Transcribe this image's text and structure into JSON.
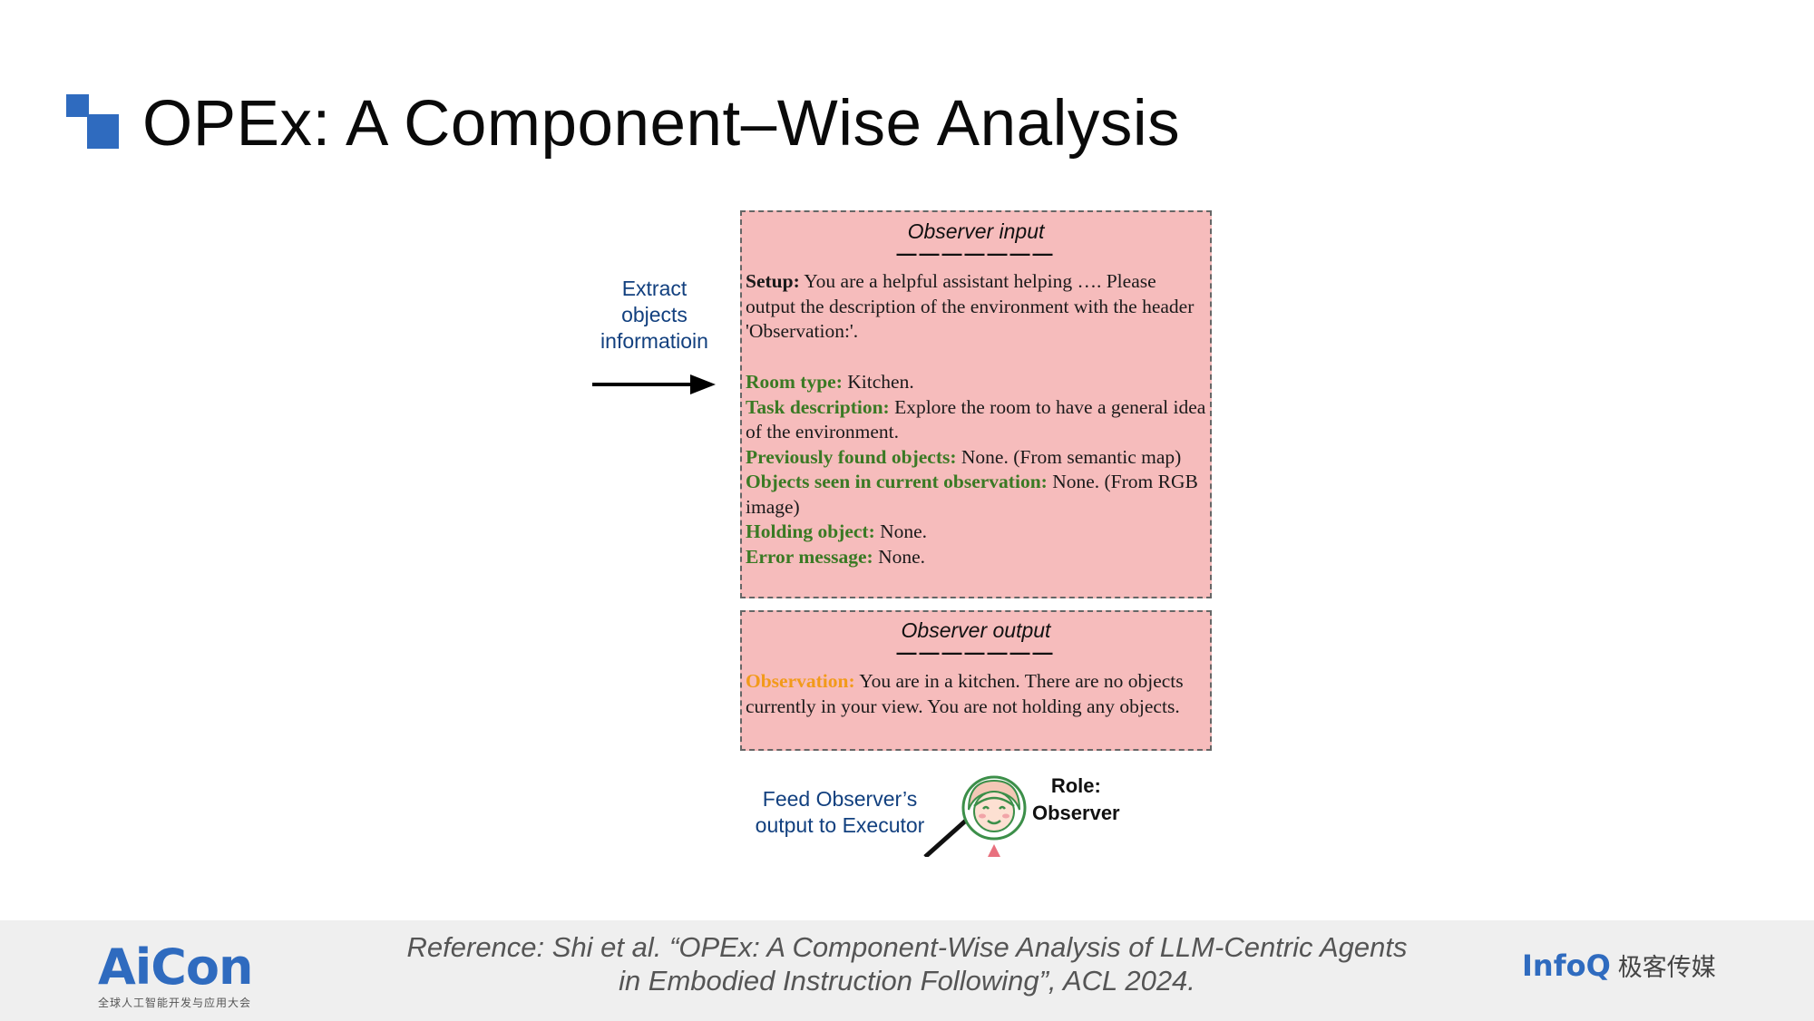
{
  "slide": {
    "title": "OPEx: A Component–Wise Analysis"
  },
  "figure": {
    "extract_label": "Extract\nobjects\ninformatioin",
    "observer_input": {
      "header": "Observer input",
      "dashes": "———————",
      "setup_key": "Setup:",
      "setup_text": " You are a helpful assistant helping …. Please output the description of the environment with the header 'Observation:'.",
      "room_type_key": "Room type:",
      "room_type_value": " Kitchen.",
      "task_key": "Task description:",
      "task_value": " Explore the room to have a general idea of the environment.",
      "prev_key": "Previously found objects:",
      "prev_value": " None. (From semantic map)",
      "seen_key": "Objects seen in current observation:",
      "seen_value": " None. (From RGB image)",
      "holding_key": "Holding object:",
      "holding_value": " None.",
      "error_key": "Error message:",
      "error_value": " None."
    },
    "observer_output": {
      "header": "Observer output",
      "dashes": "———————",
      "obs_key": "Observation:",
      "obs_value": " You are in a kitchen. There are no objects currently in your view. You are not holding any objects."
    },
    "feed_label": "Feed Observer’s\noutput to Executor",
    "role_label": "Role:\nObserver",
    "icons": [
      "right-arrow-icon",
      "observer-avatar-icon"
    ]
  },
  "footer": {
    "aicon_logo": "AiCon",
    "aicon_subtitle": "全球人工智能开发与应用大会",
    "reference_line1": "Reference: Shi et al. “OPEx: A Component-Wise Analysis of LLM-Centric Agents",
    "reference_line2": "in Embodied Instruction Following”, ACL 2024.",
    "infoq_logo": "InfoQ",
    "geek_media": "极客传媒"
  },
  "colors": {
    "accent_blue": "#2f6bbf",
    "label_blue": "#12407f",
    "box_pink": "#f6bcbc",
    "key_green": "#3a7a24",
    "key_orange": "#f29a1a"
  }
}
